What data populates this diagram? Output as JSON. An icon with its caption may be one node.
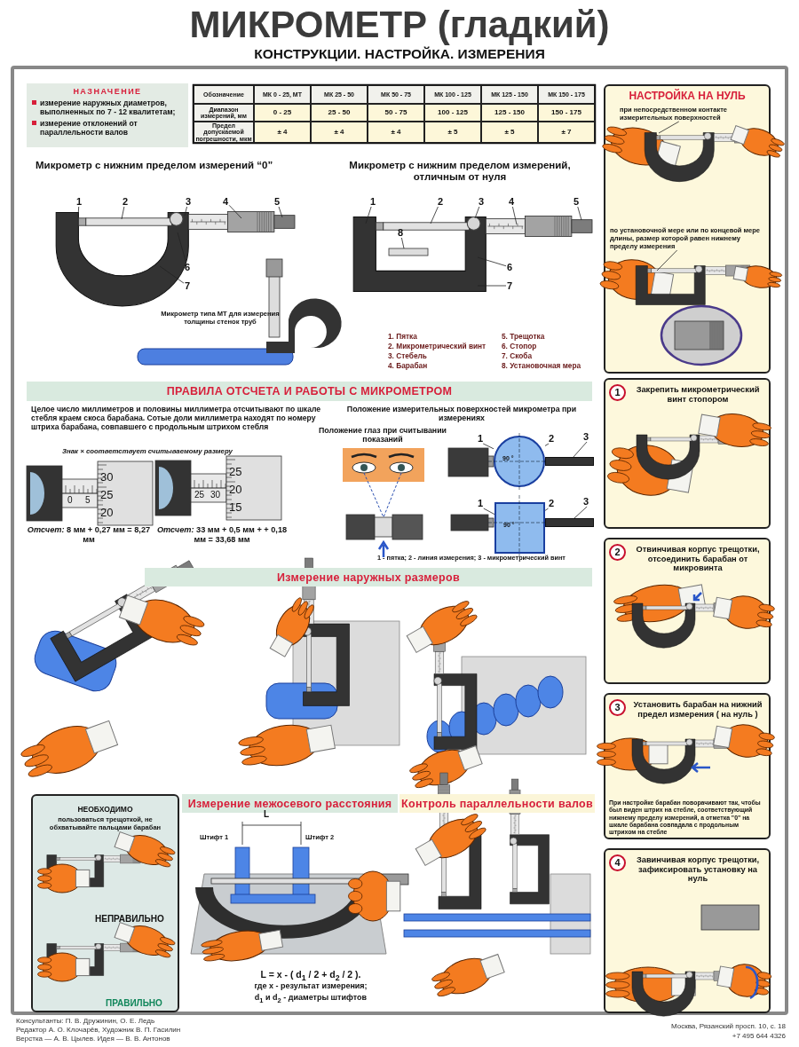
{
  "diagram": {
    "title": "МИКРОМЕТР (гладкий)",
    "nodes": [
      {
        "text": [
          "НАЗНАЧЕНИЕ",
          "измерение наружных диаметров, выполненных по 7 - 12 квалитетам;",
          "измерение отклонений от параллельности валов"
        ]
      },
      {
        "text": [
          "НАСТРОЙКА НА НУЛЬ"
        ]
      },
      {
        "text": [
          "при непосредственном контакте измерительных поверхностей"
        ],
        "in": 1
      },
      {
        "text": [
          "по установочной мере или по концевой мере длины, размер которой равен нижнему пределу измерения"
        ],
        "in": 1
      },
      {
        "text": [
          "1"
        ]
      },
      {
        "text": [
          "2"
        ]
      },
      {
        "text": [
          "3"
        ]
      },
      {
        "text": [
          "4"
        ]
      },
      {
        "text": [
          "5"
        ]
      },
      {
        "text": [
          "6"
        ]
      },
      {
        "text": [
          "7"
        ]
      },
      {
        "text": [
          "1"
        ]
      },
      {
        "text": [
          "2"
        ]
      },
      {
        "text": [
          "3"
        ]
      },
      {
        "text": [
          "4"
        ]
      },
      {
        "text": [
          "5"
        ]
      },
      {
        "text": [
          "6"
        ]
      },
      {
        "text": [
          "7"
        ]
      },
      {
        "text": [
          "8"
        ]
      },
      {
        "text": [
          "ПРАВИЛА ОТСЧЕТА И РАБОТЫ С МИКРОМЕТРОМ"
        ]
      },
      {
        "text": [
          "1"
        ]
      },
      {
        "text": [
          "2"
        ]
      },
      {
        "text": [
          "3"
        ]
      },
      {
        "text": [
          "1"
        ]
      },
      {
        "text": [
          "2"
        ]
      },
      {
        "text": [
          "3"
        ]
      },
      {
        "text": [
          "1",
          "Закрепить микрометрический винт стопором"
        ]
      },
      {
        "text": [
          "2",
          "Отвинчивая корпус трещотки, отсоединить барабан от микровинта"
        ]
      },
      {
        "text": [
          "3",
          "Установить барабан на нижний предел измерения ( на нуль )",
          "При настройке барабан поворачивают так, чтобы был виден штрих на стебле, соответствующий нижнему пределу измерений, а отметка \"0\" на шкале барабана совпадала с продольным штрихом на стебле"
        ]
      },
      {
        "text": [
          "4",
          "Завинчивая корпус трещотки, зафиксировать установку на нуль"
        ]
      },
      {
        "text": [
          "Измерение наружных размеров"
        ]
      },
      {
        "text": [
          "НЕОБХОДИМО",
          "пользоваться трещоткой, не обхватывайте пальцами барабан",
          "НЕПРАВИЛЬНО",
          "ПРАВИЛЬНО"
        ]
      },
      {
        "text": [
          "Измерение межосевого расстояния"
        ]
      },
      {
        "text": [
          "Контроль параллельности валов"
        ]
      },
      {
        "text": [
          "90 °"
        ]
      },
      {
        "text": [
          "90 °"
        ]
      },
      {
        "text": [],
        "shape": "bar"
      },
      {
        "text": [],
        "shape": "bar"
      }
    ],
    "edges": [
      {
        "from": 2,
        "to": null,
        "arrow": "none"
      },
      {
        "from": 3,
        "to": null,
        "arrow": "none"
      },
      {
        "from": 4,
        "to": null,
        "arrow": "none"
      },
      {
        "from": 5,
        "to": null,
        "arrow": "none"
      },
      {
        "from": 6,
        "to": null,
        "arrow": "none"
      },
      {
        "from": 7,
        "to": null,
        "arrow": "none"
      },
      {
        "from": 8,
        "to": null,
        "arrow": "none"
      },
      {
        "from": 9,
        "to": null,
        "arrow": "none"
      },
      {
        "from": 10,
        "to": null,
        "arrow": "none"
      },
      {
        "from": 11,
        "to": null,
        "arrow": "none"
      },
      {
        "from": 12,
        "to": null,
        "arrow": "none"
      },
      {
        "from": 13,
        "to": null,
        "arrow": "none"
      },
      {
        "from": 14,
        "to": null,
        "arrow": "none"
      },
      {
        "from": 15,
        "to": null,
        "arrow": "none"
      },
      {
        "from": 16,
        "to": null,
        "arrow": "none"
      },
      {
        "from": 17,
        "to": null,
        "arrow": "none"
      },
      {
        "from": 18,
        "to": null,
        "arrow": "none"
      },
      {
        "from": 20,
        "to": 34,
        "arrow": "none"
      },
      {
        "from": 21,
        "to": 34,
        "arrow": "none"
      },
      {
        "from": 22,
        "to": 36,
        "arrow": "none"
      },
      {
        "from": 23,
        "to": 35,
        "arrow": "none"
      },
      {
        "from": 24,
        "to": 35,
        "arrow": "none"
      },
      {
        "from": 25,
        "to": 37,
        "arrow": "none"
      }
    ],
    "labels": [
      "КОНСТРУКЦИИ. НАСТРОЙКА. ИЗМЕРЕНИЯ",
      "Обозначение",
      "МК 0 - 25, МТ",
      "МК 25 - 50",
      "МК 50 - 75",
      "МК 100 - 125",
      "МК 125 - 150",
      "МК 150 - 175",
      "Диапазон измерений, мм",
      "0 - 25",
      "25 - 50",
      "50 - 75",
      "100 - 125",
      "125 - 150",
      "150 - 175",
      "Предел допускаемой погрешности, мкм",
      "± 4",
      "± 4",
      "± 4",
      "± 5",
      "± 5",
      "± 7",
      "Микрометр с нижним пределом измерений “0”",
      "Микрометр с нижним пределом измерений, отличным от нуля",
      "Микрометр типа МТ для измерения толщины стенок труб",
      "1. Пятка",
      "2. Микрометрический винт",
      "3. Стебель",
      "4. Барабан",
      "5. Трещотка",
      "6. Стопор",
      "7. Скоба",
      "8. Установочная мера",
      "**Целое число** миллиметров и **половины** миллиметра отсчитывают по шкале стебля краем скоса барабана. **Сотые доли** миллиметра находят по номеру штриха барабана, совпавшего с продольным штрихом стебля",
      "Знак × соответствует считываемому размеру",
      "30",
      "25",
      "20",
      "0",
      "5",
      "25",
      "20",
      "15",
      "25",
      "30",
      "*Отсчет:* 8 мм + 0,27 мм = 8,27 мм",
      "*Отсчет:* 33 мм + 0,5 мм + + 0,18 мм = 33,68 мм",
      "Положение измерительных поверхностей микрометра при измерениях",
      "Положение глаз при считывании показаний",
      "1 - пятка; 2 - линия измерения; 3 - микрометрический винт",
      "L",
      "Штифт 1",
      "Штифт 2",
      "L = x - ( d$_{1}$ / 2 + d$_{2}$ / 2 ).",
      "где x - результат измерения;",
      "d$_{1}$ и d$_{2}$ - диаметры штифтов",
      "Консультанты: П. В. Дружинин, О. Е. Ледь",
      "Редактор А. О. Клочарёв, Художник В. П. Гасилин",
      "Верстка — А. В. Цылев. Идея — В. В. Антонов",
      "Москва, Рязанский просп. 10, с. 18",
      "+7 495 644 4326"
    ]
  }
}
